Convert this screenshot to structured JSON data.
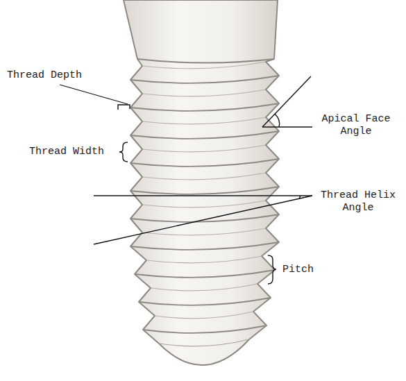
{
  "diagram": {
    "labels": [
      "Thread Depth",
      "Thread Width",
      "Apical Face Angle",
      "Thread Helix Angle",
      "Pitch"
    ]
  }
}
